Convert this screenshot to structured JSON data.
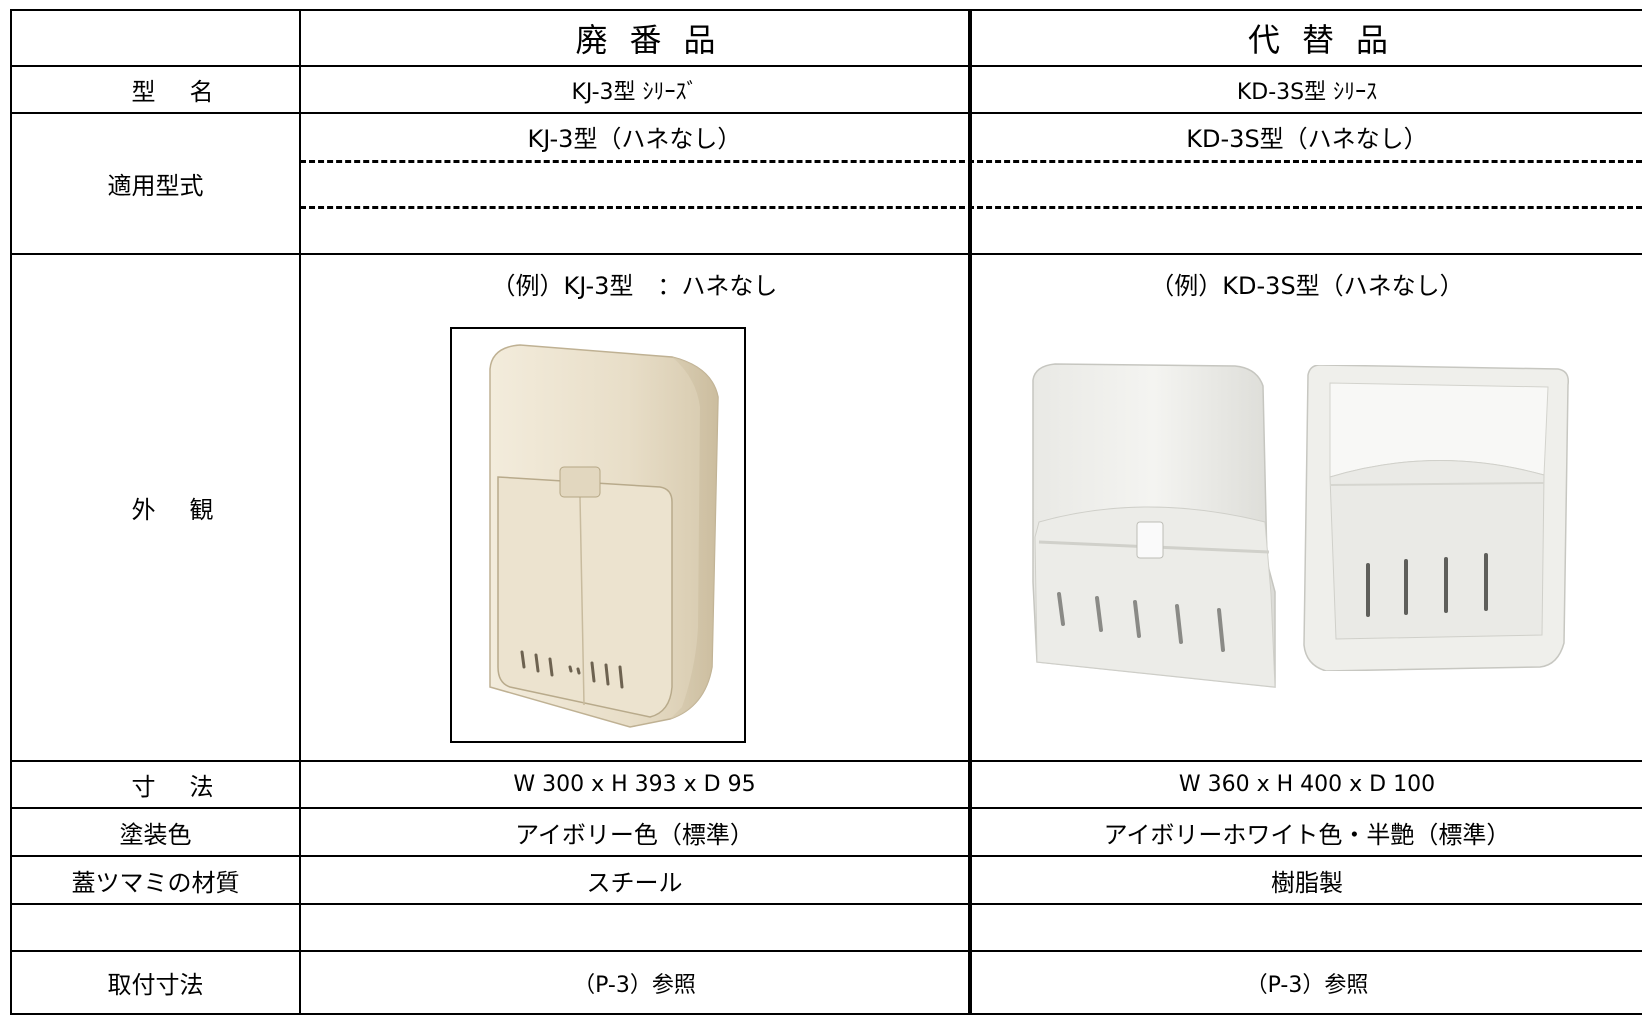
{
  "header": {
    "discontinued": "廃番品",
    "replacement": "代替品"
  },
  "rows": {
    "model_name": {
      "label": "型名",
      "old": "KJ-3型 ｼﾘｰｽﾞ",
      "new": "KD-3S型 ｼﾘｰｽ"
    },
    "applicable": {
      "label": "適用型式",
      "old": "KJ-3型（ハネなし）",
      "new": "KD-3S型（ハネなし）"
    },
    "appearance": {
      "label": "外観",
      "old_caption": "（例）KJ-3型　：ハネなし",
      "new_caption": "（例）KD-3S型（ハネなし）"
    },
    "dimensions": {
      "label": "寸法",
      "old": "W 300 x H 393 x D 95",
      "new": "W 360 x H 400 x D 100"
    },
    "paint_color": {
      "label": "塗装色",
      "old": "アイボリー色（標準）",
      "new": "アイボリーホワイト色・半艶（標準）"
    },
    "knob_material": {
      "label": "蓋ツマミの材質",
      "old": "スチール",
      "new": "樹脂製"
    },
    "mounting": {
      "label": "取付寸法",
      "old": "（P-3）参照",
      "new": "（P-3）参照"
    }
  },
  "colors": {
    "old_product": "#ece3d0",
    "new_product": "#f1f1ee"
  }
}
